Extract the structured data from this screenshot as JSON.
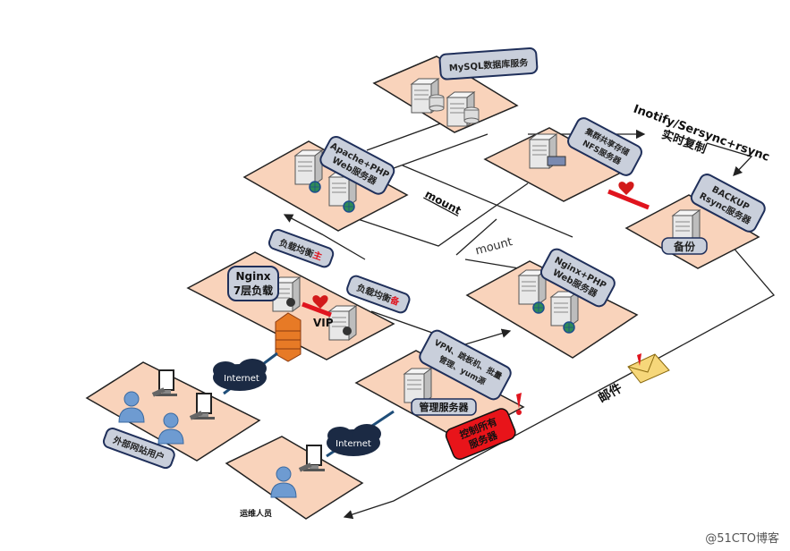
{
  "labels": {
    "mysql": "MySQL数据库服务",
    "web1_line1": "Apache+PHP",
    "web1_line2": "Web服务器",
    "nfs_line1": "集群共享存储",
    "nfs_line2": "NFS服务器",
    "sync_line1": "Inotify/Sersync+rsync",
    "sync_line2": "实时复制",
    "backup_line1": "BACKUP",
    "backup_line2": "Rsync服务器",
    "backup_short": "备份",
    "mount1": "mount",
    "mount2": "mount",
    "web2_line1": "Nginx+PHP",
    "web2_line2": "Web服务器",
    "lb_master_prefix": "负载均衡",
    "lb_master_suffix": "主",
    "lb_backup_prefix": "负载均衡",
    "lb_backup_suffix": "备",
    "nginx_line1": "Nginx",
    "nginx_line2": "7层负载",
    "vip": "VIP",
    "internet1": "Internet",
    "internet2": "Internet",
    "mgmt_desc_line1": "VPN、跳板机、批量",
    "mgmt_desc_line2": "管理、yum源",
    "mgmt_server": "管理服务器",
    "control_line1": "控制所有",
    "control_line2": "服务器",
    "external_users": "外部网站用户",
    "ops": "运维人员",
    "mail": "邮件",
    "watermark": "@51CTO博客"
  },
  "colors": {
    "platform_fill": "#f9d3bb",
    "label_fill": "#c9cfdb",
    "label_stroke": "#1f2f5a",
    "link_red": "#e0141e",
    "network_blue": "#1f4e79",
    "control_red": "#e8141a"
  }
}
